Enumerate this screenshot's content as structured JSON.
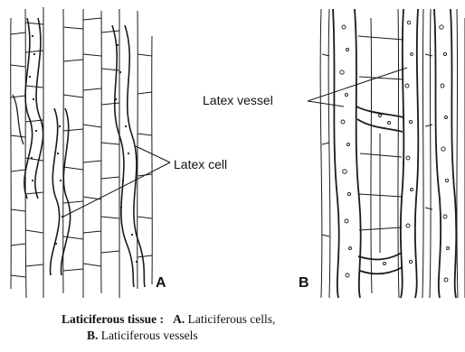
{
  "labels": {
    "latex_vessel": "Latex vessel",
    "latex_cell": "Latex cell",
    "panel_a": "A",
    "panel_b": "B"
  },
  "caption": {
    "title": "Laticiferous tissue :",
    "part_a_letter": "A.",
    "part_a_text": "Laticiferous cells,",
    "part_b_letter": "B.",
    "part_b_text": "Laticiferous vessels"
  }
}
